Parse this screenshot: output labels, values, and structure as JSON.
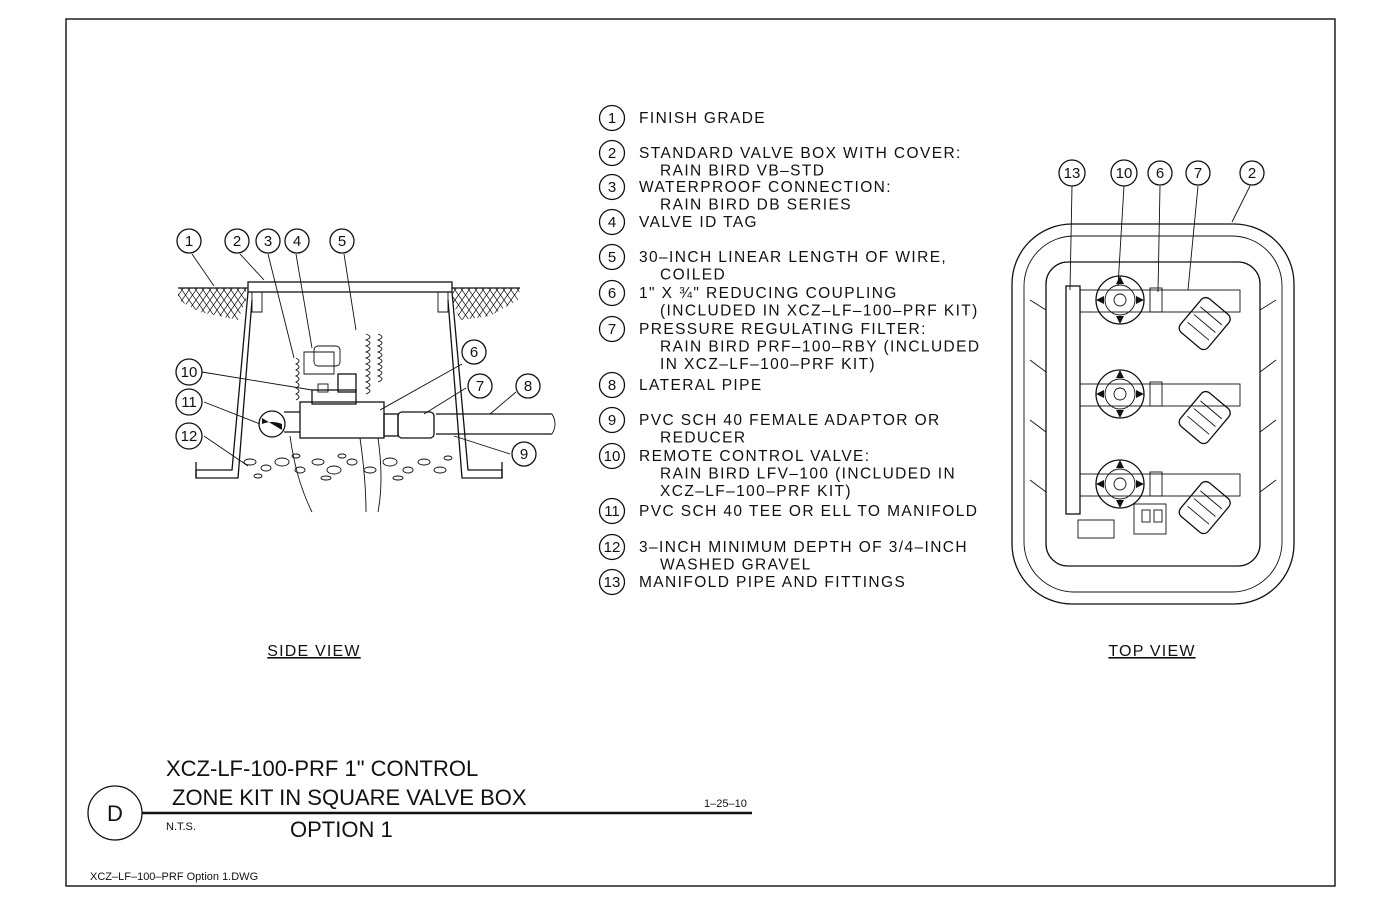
{
  "legend": [
    {
      "num": "1",
      "lines": [
        "FINISH  GRADE"
      ]
    },
    {
      "num": "2",
      "lines": [
        "STANDARD  VALVE  BOX  WITH  COVER:",
        "RAIN  BIRD  VB–STD"
      ]
    },
    {
      "num": "3",
      "lines": [
        "WATERPROOF  CONNECTION:",
        "RAIN  BIRD  DB  SERIES"
      ]
    },
    {
      "num": "4",
      "lines": [
        "VALVE  ID  TAG"
      ]
    },
    {
      "num": "5",
      "lines": [
        "30–INCH  LINEAR  LENGTH  OF  WIRE,",
        "COILED"
      ]
    },
    {
      "num": "6",
      "lines": [
        "1\"  X  ¾\"  REDUCING  COUPLING",
        "(INCLUDED  IN  XCZ–LF–100–PRF  KIT)"
      ]
    },
    {
      "num": "7",
      "lines": [
        "PRESSURE  REGULATING  FILTER:",
        "RAIN  BIRD  PRF–100–RBY  (INCLUDED",
        "IN  XCZ–LF–100–PRF  KIT)"
      ]
    },
    {
      "num": "8",
      "lines": [
        "LATERAL  PIPE"
      ]
    },
    {
      "num": "9",
      "lines": [
        "PVC  SCH  40  FEMALE  ADAPTOR  OR",
        "REDUCER"
      ]
    },
    {
      "num": "10",
      "lines": [
        "REMOTE  CONTROL  VALVE:",
        "RAIN  BIRD  LFV–100  (INCLUDED  IN",
        "XCZ–LF–100–PRF  KIT)"
      ]
    },
    {
      "num": "11",
      "lines": [
        "PVC  SCH  40  TEE  OR  ELL  TO  MANIFOLD"
      ]
    },
    {
      "num": "12",
      "lines": [
        "3–INCH  MINIMUM  DEPTH  OF  3/4–INCH",
        "WASHED  GRAVEL"
      ]
    },
    {
      "num": "13",
      "lines": [
        "MANIFOLD  PIPE  AND  FITTINGS"
      ]
    }
  ],
  "side_view": {
    "label": "SIDE  VIEW",
    "callouts": [
      "1",
      "2",
      "3",
      "4",
      "5",
      "6",
      "7",
      "8",
      "9",
      "10",
      "11",
      "12"
    ]
  },
  "top_view": {
    "label": "TOP  VIEW",
    "callouts": [
      "13",
      "10",
      "6",
      "7",
      "2"
    ]
  },
  "title_block": {
    "detail_letter": "D",
    "title_line1": "XCZ-LF-100-PRF 1\" CONTROL",
    "title_line2": "ZONE KIT IN SQUARE VALVE BOX",
    "title_line3": "OPTION 1",
    "scale": "N.T.S.",
    "date": "1–25–10"
  },
  "file_name": "XCZ–LF–100–PRF  Option  1.DWG"
}
